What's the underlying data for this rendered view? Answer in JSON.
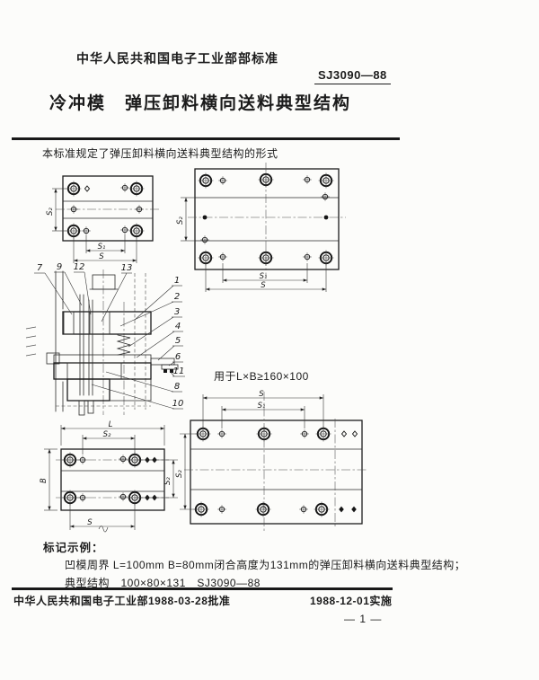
{
  "doc": {
    "header": "中华人民共和国电子工业部部标准",
    "standard_no": "SJ3090—88",
    "title": "冷冲模　弹压卸料横向送料典型结构",
    "intro": "本标准规定了弹压卸料横向送料典型结构的形式",
    "usage_note": "用于L×B≥160×100",
    "marking": {
      "heading": "标记示例：",
      "line1": "凹模周界 L=100mm B=80mm闭合高度为131mm的弹压卸料横向送料典型结构；",
      "line2": "典型结构　100×80×131　SJ3090—88"
    },
    "footer": {
      "approval": "中华人民共和国电子工业部1988-03-28批准",
      "implementation": "1988-12-01实施",
      "page_number": "— 1 —"
    }
  },
  "drawing": {
    "dims": {
      "s": "S",
      "s1": "S₁",
      "s2": "S₂",
      "l": "L",
      "b": "B"
    },
    "parts_top": [
      "7",
      "9",
      "12",
      "13"
    ],
    "parts_right": [
      "1",
      "2",
      "3",
      "4",
      "5",
      "6",
      "11"
    ],
    "parts_lower": [
      "8",
      "10"
    ]
  },
  "colors": {
    "ink": "#1b1b1b",
    "paper": "#fcfcfa"
  }
}
